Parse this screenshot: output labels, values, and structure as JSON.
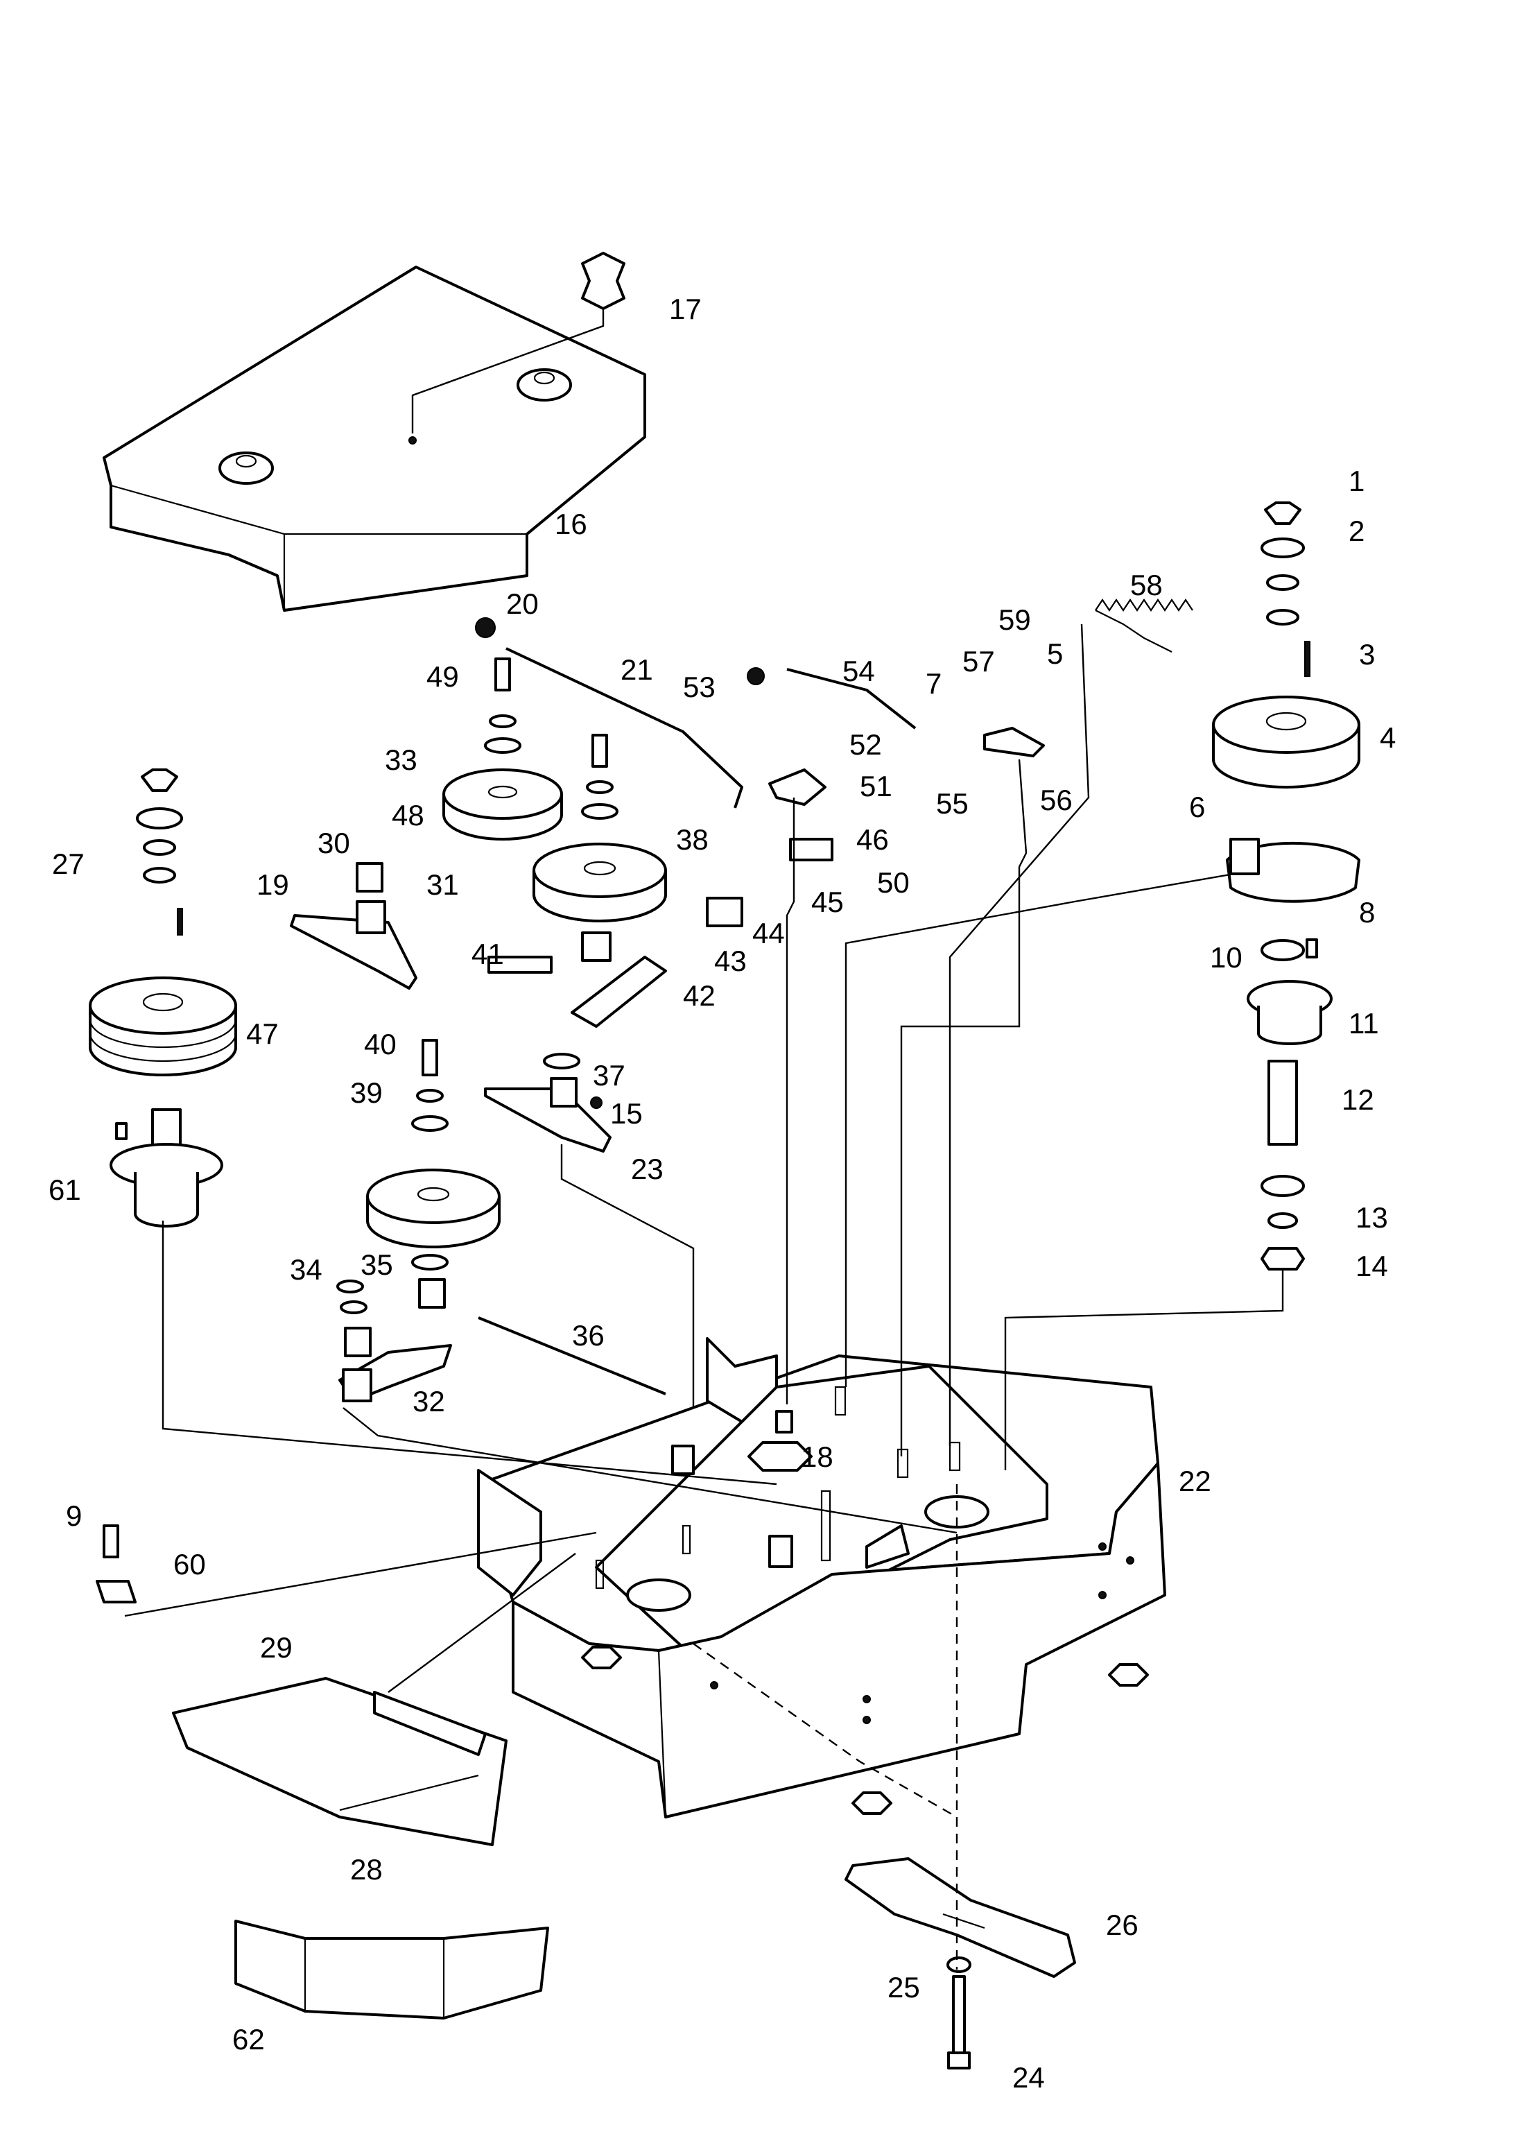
{
  "diagram": {
    "callouts": [
      "1",
      "2",
      "3",
      "4",
      "5",
      "6",
      "7",
      "8",
      "9",
      "10",
      "11",
      "12",
      "13",
      "14",
      "15",
      "16",
      "17",
      "18",
      "19",
      "20",
      "21",
      "22",
      "23",
      "24",
      "25",
      "26",
      "27",
      "28",
      "29",
      "30",
      "31",
      "32",
      "33",
      "34",
      "35",
      "36",
      "37",
      "38",
      "39",
      "40",
      "41",
      "42",
      "43",
      "44",
      "45",
      "46",
      "47",
      "48",
      "49",
      "50",
      "51",
      "52",
      "53",
      "54",
      "55",
      "56",
      "57",
      "58",
      "59",
      "60",
      "61",
      "62"
    ]
  }
}
